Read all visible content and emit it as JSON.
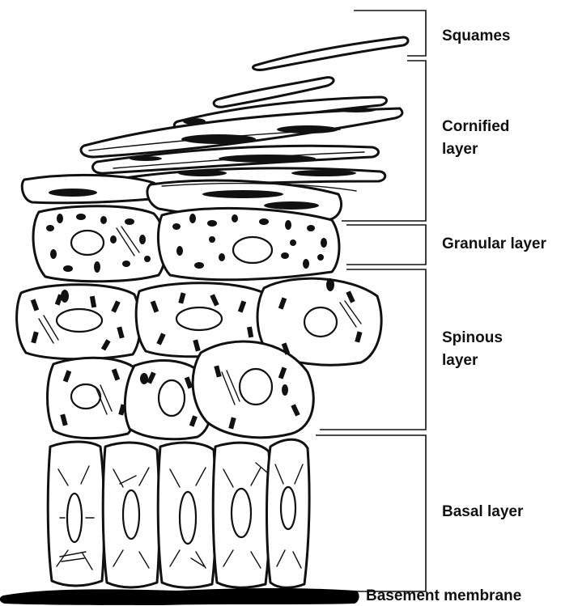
{
  "layers": [
    {
      "id": "squames",
      "lines": [
        "Squames"
      ]
    },
    {
      "id": "cornified",
      "lines": [
        "Cornified",
        "layer"
      ]
    },
    {
      "id": "granular",
      "lines": [
        "Granular layer"
      ]
    },
    {
      "id": "spinous",
      "lines": [
        "Spinous",
        "layer"
      ]
    },
    {
      "id": "basal",
      "lines": [
        "Basal layer"
      ]
    }
  ],
  "basement_membrane": "Basement membrane"
}
